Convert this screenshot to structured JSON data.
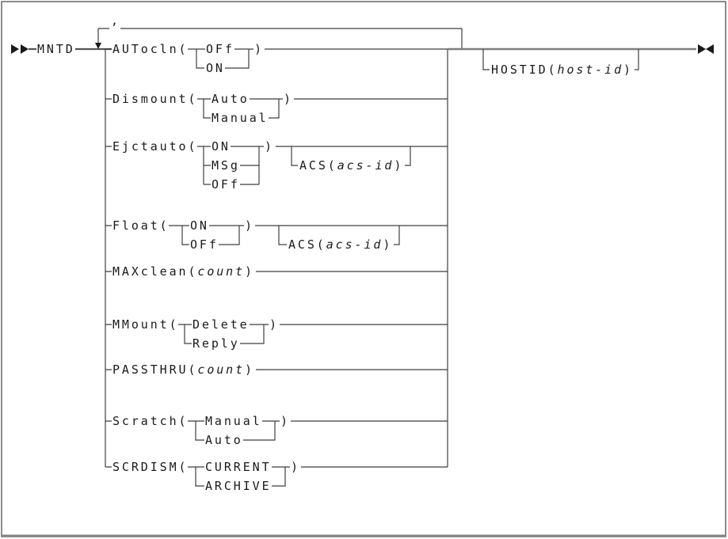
{
  "colors": {
    "background": "#ffffff",
    "line": "#3f3f3f",
    "main_rail": "#7e7e7e",
    "text": "#1a1a1a",
    "border": "#6f6f6f"
  },
  "icons": {
    "start": "double-right-triangle",
    "end": "opposing-triangles",
    "repeat": "down-arrow"
  },
  "syntax": {
    "command": "MNTD",
    "repeat_separator": ",",
    "options": [
      {
        "label": "AUTocln(",
        "alts": [
          "OFf",
          "ON"
        ],
        "close": ")"
      },
      {
        "label": "Dismount(",
        "alts": [
          "Auto",
          "Manual"
        ],
        "close": ")"
      },
      {
        "label": "Ejctauto(",
        "alts": [
          "ON",
          "MSg",
          "OFf"
        ],
        "close": ")",
        "suffix": {
          "label": "ACS(",
          "var": "acs-id",
          "close": ")"
        }
      },
      {
        "label": "Float(",
        "alts": [
          "ON",
          "OFf"
        ],
        "close": ")",
        "suffix": {
          "label": "ACS(",
          "var": "acs-id",
          "close": ")"
        }
      },
      {
        "label": "MAXclean(",
        "var": "count",
        "close": ")"
      },
      {
        "label": "MMount(",
        "alts": [
          "Delete",
          "Reply"
        ],
        "close": ")"
      },
      {
        "label": "PASSTHRU(",
        "var": "count",
        "close": ")"
      },
      {
        "label": "Scratch(",
        "alts": [
          "Manual",
          "Auto"
        ],
        "close": ")"
      },
      {
        "label": "SCRDISM(",
        "alts": [
          "CURRENT",
          "ARCHIVE"
        ],
        "close": ")"
      }
    ],
    "tail": {
      "label": "HOSTID(",
      "var": "host-id",
      "close": ")"
    }
  }
}
